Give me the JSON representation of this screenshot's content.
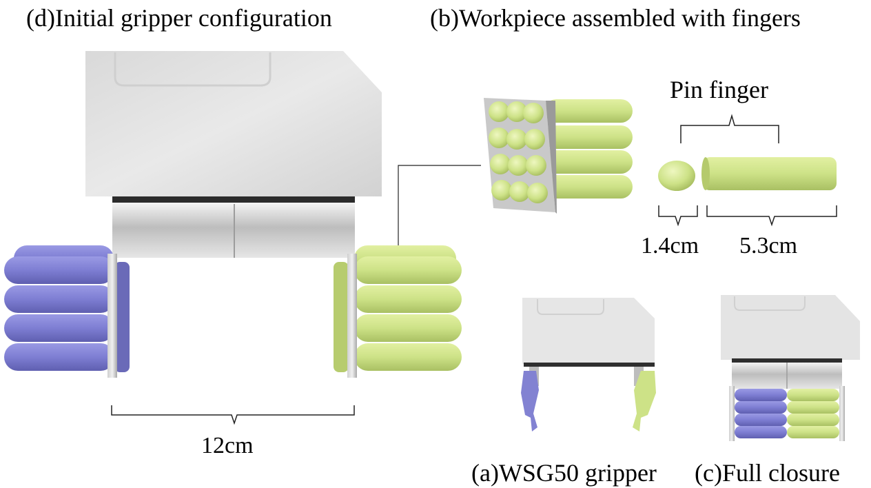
{
  "panels": {
    "d_title": "(d)Initial gripper configuration",
    "b_title": "(b)Workpiece assembled with fingers",
    "a_title": "(a)WSG50 gripper",
    "c_title": "(c)Full closure"
  },
  "annotations": {
    "pin_finger": "Pin finger",
    "head_length": "1.4cm",
    "shaft_length": "5.3cm",
    "opening_width": "12cm"
  },
  "colors": {
    "left_finger": "#8585d6",
    "right_finger": "#cfe38a",
    "housing": "#e2e2e2",
    "outline": "#333333"
  }
}
